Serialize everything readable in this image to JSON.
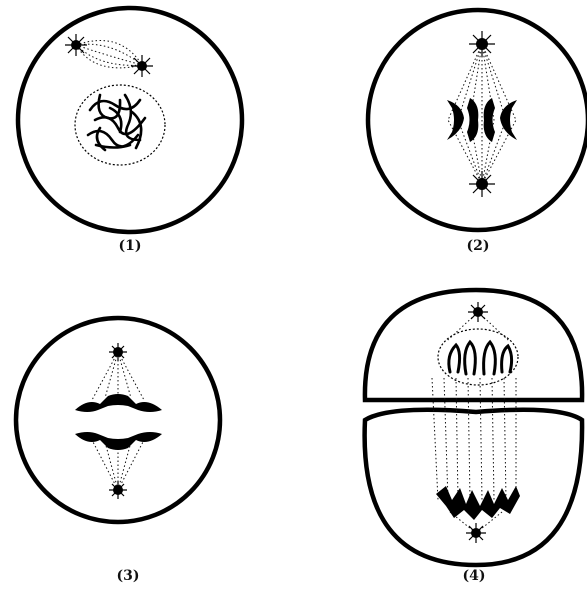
{
  "figure": {
    "panels": [
      {
        "id": "panel-1",
        "label": "(1)"
      },
      {
        "id": "panel-2",
        "label": "(2)"
      },
      {
        "id": "panel-3",
        "label": "(3)"
      },
      {
        "id": "panel-4",
        "label": "(4)"
      }
    ]
  }
}
